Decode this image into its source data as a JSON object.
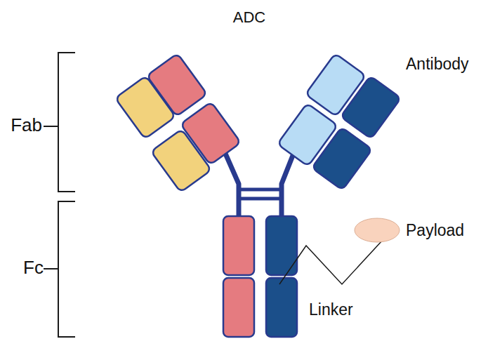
{
  "diagram": {
    "title": "ADC",
    "nodes": [
      {
        "text": [
          "Payload"
        ]
      }
    ],
    "labels": [
      "Fab",
      "Fc",
      "Antibody",
      "Linker"
    ]
  }
}
